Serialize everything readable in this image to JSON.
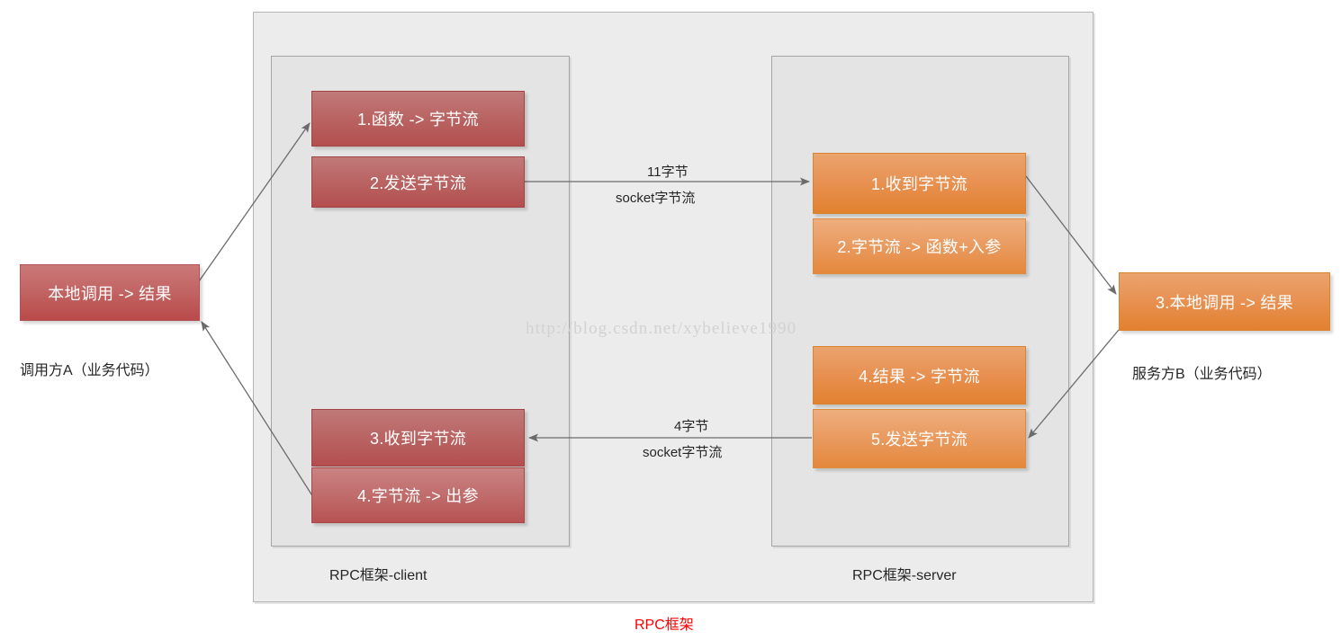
{
  "diagram": {
    "title_bottom": "RPC框架",
    "watermark": "http://blog.csdn.net/xybelieve1990",
    "frames": {
      "client_label": "RPC框架-client",
      "server_label": "RPC框架-server"
    },
    "endpoints": {
      "caller_box": "本地调用 -> 结果",
      "caller_label": "调用方A（业务代码）",
      "service_box": "3.本地调用 -> 结果",
      "service_label": "服务方B（业务代码）"
    },
    "client_steps": [
      {
        "id": "c1",
        "label": "1.函数 -> 字节流"
      },
      {
        "id": "c2",
        "label": "2.发送字节流"
      },
      {
        "id": "c3",
        "label": "3.收到字节流"
      },
      {
        "id": "c4",
        "label": "4.字节流 -> 出参"
      }
    ],
    "server_steps": [
      {
        "id": "s1",
        "label": "1.收到字节流"
      },
      {
        "id": "s2",
        "label": "2.字节流 -> 函数+入参"
      },
      {
        "id": "s4",
        "label": "4.结果 -> 字节流"
      },
      {
        "id": "s5",
        "label": "5.发送字节流"
      }
    ],
    "edges": {
      "request_bytes": "11字节",
      "request_stream": "socket字节流",
      "response_bytes": "4字节",
      "response_stream": "socket字节流"
    },
    "colors": {
      "client_node": "#b75251",
      "server_node": "#e2812f",
      "frame_bg": "#ececec",
      "inner_frame_bg": "#e4e4e4",
      "title_accent": "#ff0000",
      "arrow": "#6b6b6b"
    }
  }
}
